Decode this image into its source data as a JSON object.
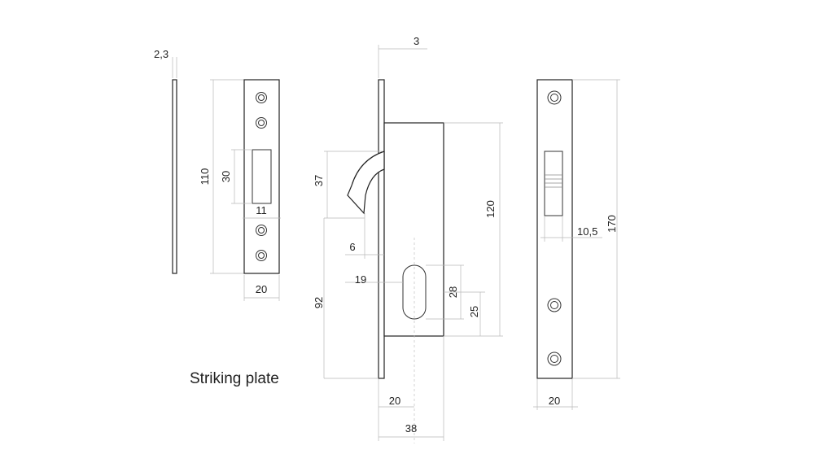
{
  "caption": "Striking plate",
  "dimensions": {
    "plate_thickness": "2,3",
    "plate_height": "110",
    "slot_height": "30",
    "slot_width": "11",
    "plate_width": "20",
    "faceplate_thickness": "3",
    "hook_height": "37",
    "hook_offset": "6",
    "cylinder_offset": "19",
    "body_to_cylinder": "92",
    "case_height": "120",
    "cylinder_height": "28",
    "cylinder_to_bottom": "25",
    "backset": "20",
    "case_depth": "38",
    "faceplate_height": "170",
    "bolt_width": "10,5",
    "faceplate_width": "20"
  }
}
